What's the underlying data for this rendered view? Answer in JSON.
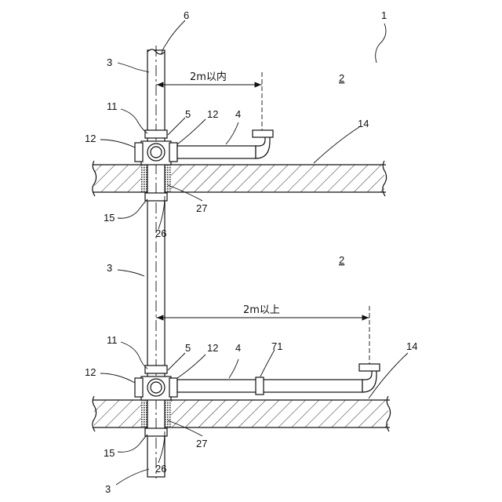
{
  "figure": {
    "labels": {
      "system": "1",
      "floor_upper": "2",
      "floor_lower": "2",
      "riser_top": "3",
      "riser_mid": "3",
      "riser_bottom": "3",
      "branch_upper": "4",
      "branch_lower": "4",
      "joint_upper": "5",
      "joint_lower": "5",
      "top_pipe": "6",
      "fitting_upper": "11",
      "fitting_lower": "11",
      "side_upper": "12",
      "side_upper_right": "12",
      "side_lower": "12",
      "side_lower_right": "12",
      "slab_upper": "14",
      "slab_lower": "14",
      "collar_upper": "15",
      "collar_lower": "15",
      "fill_upper": "26",
      "fill_lower": "26",
      "sleeve_upper": "27",
      "sleeve_lower": "27",
      "coupling": "71"
    },
    "dimensions": {
      "upper": "2m以内",
      "lower": "2m以上"
    }
  }
}
